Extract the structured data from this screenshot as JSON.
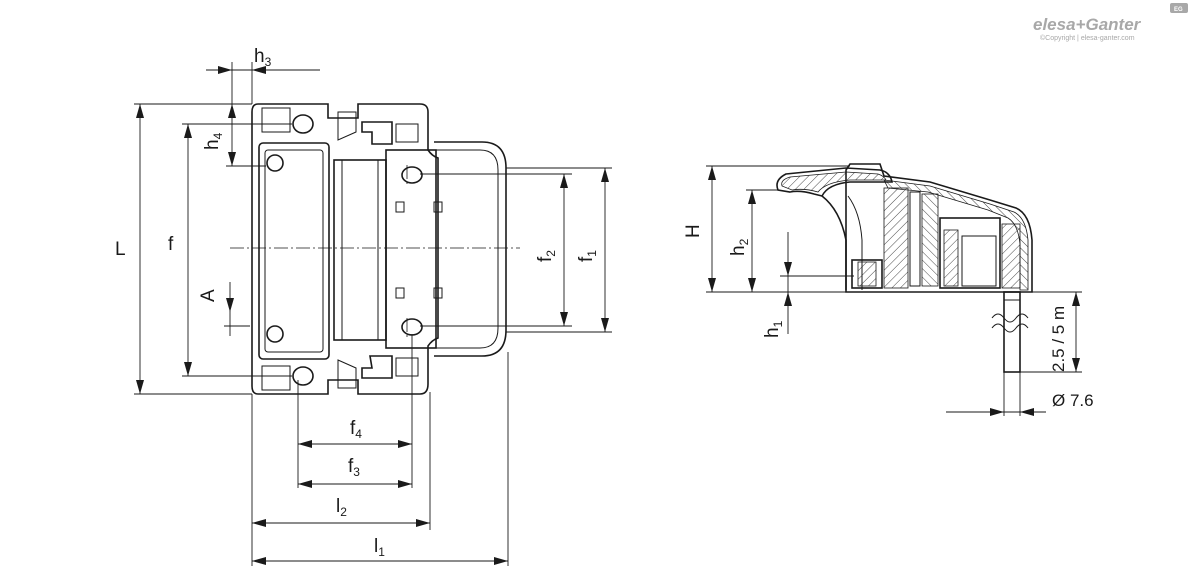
{
  "logo": {
    "brand": "elesa+Ganter",
    "copyright": "©Copyright | elesa-ganter.com",
    "badge": "EG"
  },
  "front_view": {
    "dimensions": {
      "L": {
        "main": "L",
        "sub": ""
      },
      "f": {
        "main": "f",
        "sub": ""
      },
      "A": {
        "main": "A",
        "sub": ""
      },
      "h3": {
        "main": "h",
        "sub": "3"
      },
      "h4": {
        "main": "h",
        "sub": "4"
      },
      "f1": {
        "main": "f",
        "sub": "1"
      },
      "f2": {
        "main": "f",
        "sub": "2"
      },
      "f3": {
        "main": "f",
        "sub": "3"
      },
      "f4": {
        "main": "f",
        "sub": "4"
      },
      "l1": {
        "main": "l",
        "sub": "1"
      },
      "l2": {
        "main": "l",
        "sub": "2"
      }
    }
  },
  "side_view": {
    "dimensions": {
      "H": {
        "main": "H",
        "sub": ""
      },
      "h1": {
        "main": "h",
        "sub": "1"
      },
      "h2": {
        "main": "h",
        "sub": "2"
      },
      "cable_length": "2.5 / 5 m",
      "cable_diameter": "Ø 7.6"
    }
  }
}
